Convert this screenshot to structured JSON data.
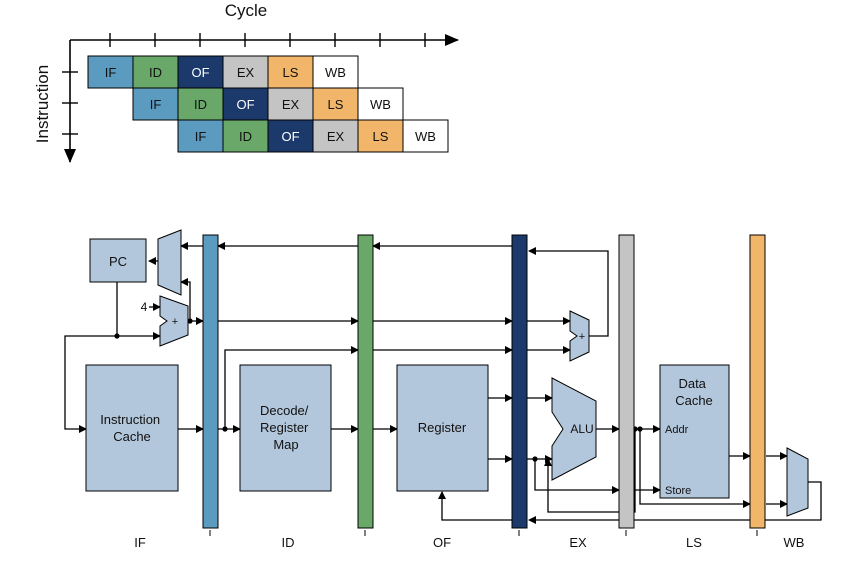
{
  "timing": {
    "xlabel": "Cycle",
    "ylabel": "Instruction",
    "rows": [
      [
        "IF",
        "ID",
        "OF",
        "EX",
        "LS",
        "WB"
      ],
      [
        "IF",
        "ID",
        "OF",
        "EX",
        "LS",
        "WB"
      ],
      [
        "IF",
        "ID",
        "OF",
        "EX",
        "LS",
        "WB"
      ]
    ]
  },
  "colors": {
    "IF": "#5b9bc0",
    "ID": "#6aa86a",
    "OF": "#1b3a6b",
    "EX": "#c4c4c4",
    "LS": "#f2b66a",
    "WB": "#ffffff",
    "block": "#b3c7dc",
    "line": "#000000"
  },
  "datapath": {
    "pc": "PC",
    "const_four": "4",
    "adder_sign": "+",
    "icache": [
      "Instruction",
      "Cache"
    ],
    "decode": [
      "Decode/",
      "Register",
      "Map"
    ],
    "register": "Register",
    "alu": "ALU",
    "dcache": [
      "Data",
      "Cache"
    ],
    "addr": "Addr",
    "store": "Store",
    "stages": [
      "IF",
      "ID",
      "OF",
      "EX",
      "LS",
      "WB"
    ]
  }
}
